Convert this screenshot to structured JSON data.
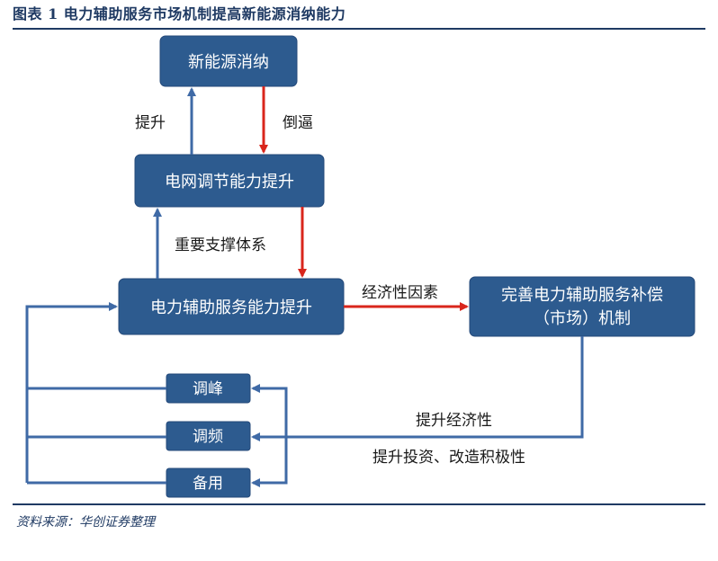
{
  "header": {
    "title": "图表 1    电力辅助服务市场机制提高新能源消纳能力"
  },
  "diagram": {
    "nodes": {
      "renewable": "新能源消纳",
      "grid": "电网调节能力提升",
      "ancillary": "电力辅助服务能力提升",
      "market_line1": "完善电力辅助服务补偿",
      "market_line2": "（市场）机制",
      "peak": "调峰",
      "freq": "调频",
      "reserve": "备用"
    },
    "edge_labels": {
      "upgrade": "提升",
      "force": "倒逼",
      "support": "重要支撑体系",
      "economic": "经济性因素",
      "improve_econ": "提升经济性",
      "invest": "提升投资、改造积极性"
    },
    "colors": {
      "box": "#2d5b8f",
      "blue_arrow": "#3f6aa6",
      "red_arrow": "#d9261c",
      "rule": "#1f3a63"
    }
  },
  "footer": {
    "source": "资料来源：华创证券整理"
  }
}
